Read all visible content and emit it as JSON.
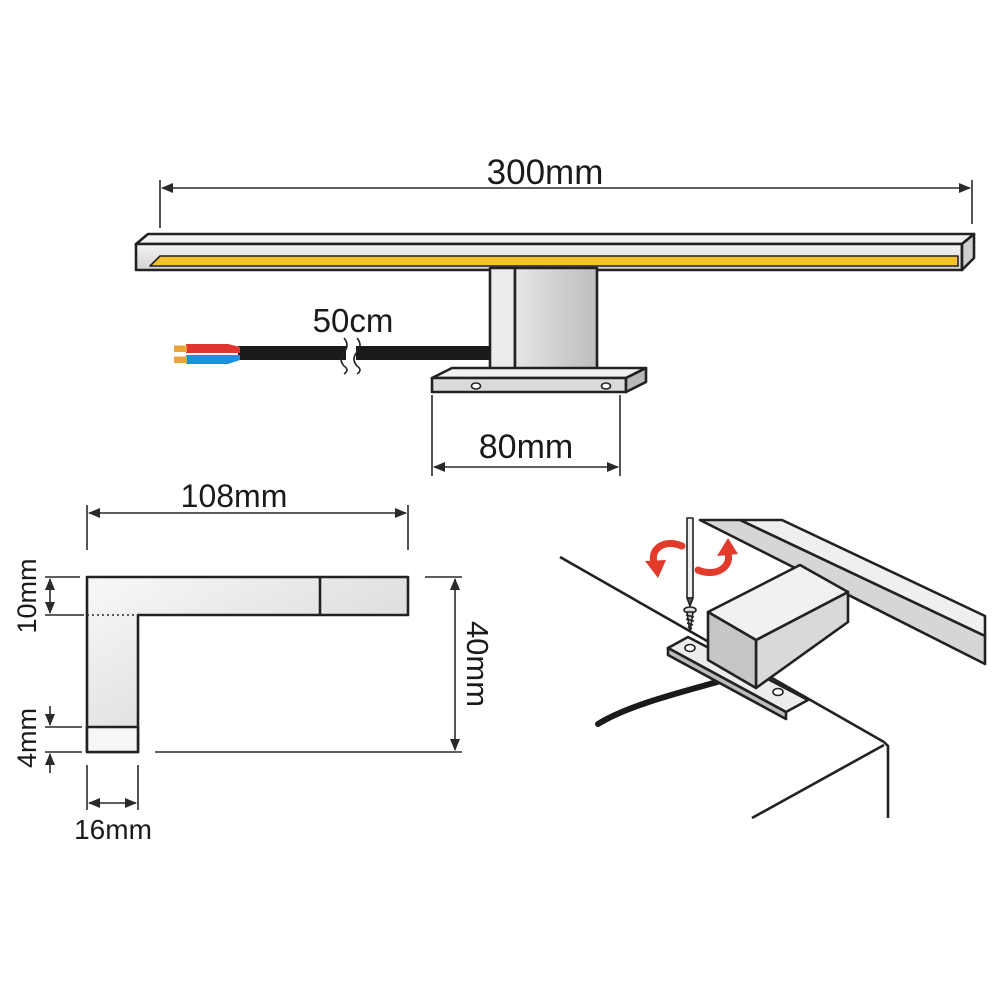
{
  "dimensions": {
    "length": "300mm",
    "cable_length": "50cm",
    "base_width": "80mm",
    "depth": "108mm",
    "bar_height": "10mm",
    "foot_height": "4mm",
    "total_height": "40mm",
    "stem_width": "16mm"
  },
  "colors": {
    "led_strip": "#f5c22e",
    "wire_red": "#e0342f",
    "wire_blue": "#1f8fe0",
    "wire_copper": "#e9a43a",
    "cable": "#1a1a1a",
    "rotation_arrows": "#e23b2b"
  }
}
